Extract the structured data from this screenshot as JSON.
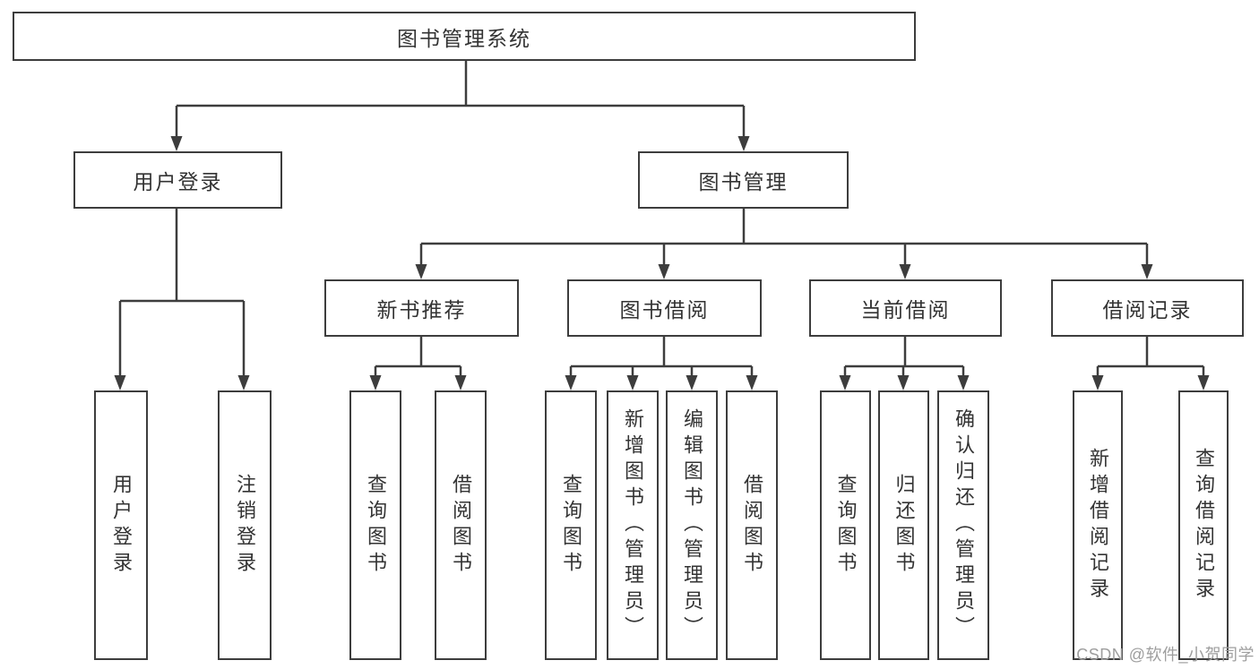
{
  "tree": {
    "root": {
      "label": "图书管理系统",
      "children": [
        {
          "label": "用户登录",
          "children": [
            {
              "label": "用户登录"
            },
            {
              "label": "注销登录"
            }
          ]
        },
        {
          "label": "图书管理",
          "children": [
            {
              "label": "新书推荐",
              "children": [
                {
                  "label": "查询图书"
                },
                {
                  "label": "借阅图书"
                }
              ]
            },
            {
              "label": "图书借阅",
              "children": [
                {
                  "label": "查询图书"
                },
                {
                  "label": "新增图书（管理员）"
                },
                {
                  "label": "编辑图书（管理员）"
                },
                {
                  "label": "借阅图书"
                }
              ]
            },
            {
              "label": "当前借阅",
              "children": [
                {
                  "label": "查询图书"
                },
                {
                  "label": "归还图书"
                },
                {
                  "label": "确认归还（管理员）"
                }
              ]
            },
            {
              "label": "借阅记录",
              "children": [
                {
                  "label": "新增借阅记录"
                },
                {
                  "label": "查询借阅记录"
                }
              ]
            }
          ]
        }
      ]
    }
  },
  "watermark": {
    "text": "CSDN @软件_小贺同学"
  },
  "colors": {
    "line": "#3d3d3d",
    "text": "#333333",
    "watermark": "#9e9e9e"
  }
}
